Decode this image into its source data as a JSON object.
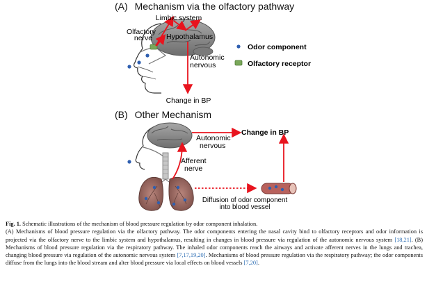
{
  "panel_a": {
    "label": "(A)",
    "title": "Mechanism via the olfactory pathway",
    "limbic_system": "Limbic system",
    "olfactory_nerve_line1": "Olfactory",
    "olfactory_nerve_line2": "nerve",
    "hypothalamus": "Hypothalamus",
    "autonomic_line1": "Autonomic",
    "autonomic_line2": "nervous",
    "change_in_bp": "Change in BP"
  },
  "legend": {
    "odor_component": "Odor component",
    "olfactory_receptor": "Olfactory receptor"
  },
  "panel_b": {
    "label": "(B)",
    "title": "Other Mechanism",
    "autonomic_line1": "Autonomic",
    "autonomic_line2": "nervous",
    "change_in_bp": "Change in BP",
    "afferent_line1": "Afferent",
    "afferent_line2": "nerve",
    "diffusion_line1": "Diffusion of odor component",
    "diffusion_line2": "into blood vessel"
  },
  "caption": {
    "fig_label": "Fig. 1.",
    "fig_title": "Schematic illustrations of the mechanism of blood pressure regulation by odor component inhalation.",
    "part_a": "(A) Mechanisms of blood pressure regulation via the olfactory pathway. The odor components entering the nasal cavity bind to olfactory receptors and odor information is projected via the olfactory nerve to the limbic system and hypothalamus, resulting in changes in blood pressure via regulation of the autonomic nervous system",
    "cite1": "[18,21]",
    "part_b": ". (B) Mechanisms of blood pressure regulation via the respiratory pathway. The inhaled odor components reach the airways and activate afferent nerves in the lungs and trachea, changing blood pressure via regulation of the autonomic nervous system",
    "cite2": "[7,17,19,20]",
    "part_c": ". Mechanisms of blood pressure regulation via the respiratory pathway; the odor components diffuse from the lungs into the blood stream and alter blood pressure via local effects on blood vessels",
    "cite3": "[7,20]",
    "end": "."
  },
  "colors": {
    "arrow_red": "#e8141e",
    "brain_gray": "#8c8c8c",
    "lung_brown": "#9c6b64",
    "odor_blue": "#2f5fb0",
    "receptor_green": "#7aa85a",
    "citation_blue": "#2a6cb3"
  }
}
